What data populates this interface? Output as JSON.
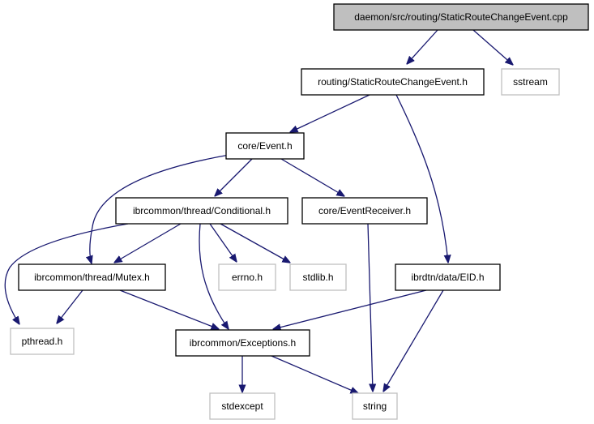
{
  "nodes": {
    "root": {
      "label": "daemon/src/routing/StaticRouteChangeEvent.cpp",
      "style": "root"
    },
    "static_route_h": {
      "label": "routing/StaticRouteChangeEvent.h",
      "style": "normal"
    },
    "sstream": {
      "label": "sstream",
      "style": "external"
    },
    "event_h": {
      "label": "core/Event.h",
      "style": "normal"
    },
    "conditional_h": {
      "label": "ibrcommon/thread/Conditional.h",
      "style": "normal"
    },
    "event_receiver_h": {
      "label": "core/EventReceiver.h",
      "style": "normal"
    },
    "mutex_h": {
      "label": "ibrcommon/thread/Mutex.h",
      "style": "normal"
    },
    "errno_h": {
      "label": "errno.h",
      "style": "external"
    },
    "stdlib_h": {
      "label": "stdlib.h",
      "style": "external"
    },
    "eid_h": {
      "label": "ibrdtn/data/EID.h",
      "style": "normal"
    },
    "pthread_h": {
      "label": "pthread.h",
      "style": "external"
    },
    "exceptions_h": {
      "label": "ibrcommon/Exceptions.h",
      "style": "normal"
    },
    "stdexcept": {
      "label": "stdexcept",
      "style": "external"
    },
    "string": {
      "label": "string",
      "style": "external"
    }
  },
  "edges": [
    {
      "from": "root",
      "to": "static_route_h"
    },
    {
      "from": "root",
      "to": "sstream"
    },
    {
      "from": "static_route_h",
      "to": "event_h"
    },
    {
      "from": "static_route_h",
      "to": "eid_h"
    },
    {
      "from": "event_h",
      "to": "conditional_h"
    },
    {
      "from": "event_h",
      "to": "event_receiver_h"
    },
    {
      "from": "event_h",
      "to": "mutex_h"
    },
    {
      "from": "conditional_h",
      "to": "mutex_h"
    },
    {
      "from": "conditional_h",
      "to": "errno_h"
    },
    {
      "from": "conditional_h",
      "to": "stdlib_h"
    },
    {
      "from": "conditional_h",
      "to": "exceptions_h"
    },
    {
      "from": "conditional_h",
      "to": "pthread_h"
    },
    {
      "from": "mutex_h",
      "to": "pthread_h"
    },
    {
      "from": "mutex_h",
      "to": "exceptions_h"
    },
    {
      "from": "event_receiver_h",
      "to": "string"
    },
    {
      "from": "eid_h",
      "to": "exceptions_h"
    },
    {
      "from": "eid_h",
      "to": "string"
    },
    {
      "from": "exceptions_h",
      "to": "stdexcept"
    },
    {
      "from": "exceptions_h",
      "to": "string"
    }
  ],
  "colors": {
    "edge": "#191970",
    "root_fill": "#bfbfbf",
    "node_border": "#000000",
    "external_border": "#bfbfbf",
    "text": "#000000"
  }
}
